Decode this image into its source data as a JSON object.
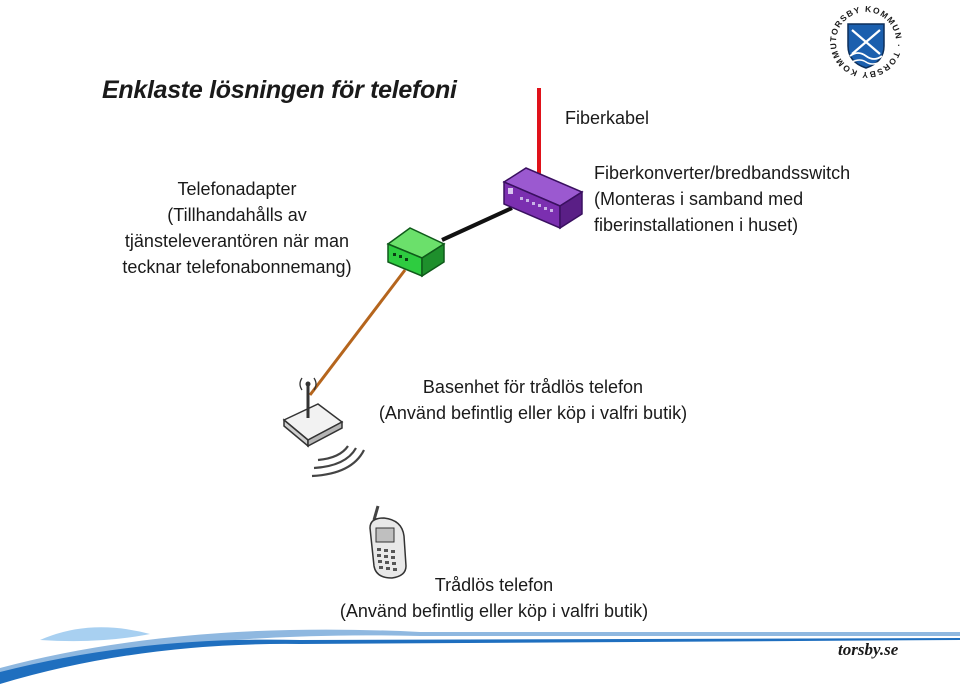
{
  "title": "Enklaste lösningen för telefoni",
  "labels": {
    "fiber_cable": "Fiberkabel",
    "switch": [
      "Fiberkonverter/bredbandsswitch",
      "(Monteras i samband med",
      "fiberinstallationen i huset)"
    ],
    "adapter": [
      "Telefonadapter",
      "(Tillhandahålls av",
      "tjänsteleverantören när man",
      "tecknar telefonabonnemang)"
    ],
    "base": [
      "Basenhet för trådlös telefon",
      "(Använd befintlig eller köp i valfri butik)"
    ],
    "phone": [
      "Trådlös telefon",
      "(Använd befintlig eller köp i valfri butik)"
    ]
  },
  "logo": {
    "ring_text": "TORSBY KOMMUN · TORSBY KOMMUN ·"
  },
  "footer": {
    "site": "torsby.se"
  },
  "colors": {
    "fiber_cable": "#e0121a",
    "ethernet_cable": "#111111",
    "phone_cable": "#b5651d",
    "switch": "#7b2fb0",
    "adapter": "#2ecc40",
    "footer_blue": "#1f6fbf"
  }
}
